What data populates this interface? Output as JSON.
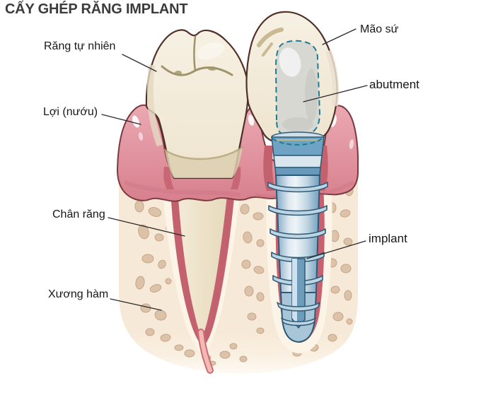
{
  "title": "CẤY GHÉP RĂNG IMPLANT",
  "labels": {
    "natural_tooth": "Răng tự nhiên",
    "gum": "Lợi (nướu)",
    "root": "Chân răng",
    "jawbone": "Xương hàm",
    "crown": "Mão sứ",
    "abutment": "abutment",
    "implant": "implant"
  },
  "palette": {
    "title_color": "#3b3b3b",
    "label_color": "#171717",
    "leader_line": "#2b2b2b",
    "gum_pink": "#e29aa6",
    "gum_outline": "#7c3a40",
    "ligament_rose": "#c4616f",
    "bone_cream": "#f7e9d7",
    "bone_spot": "#dcc2a8",
    "tooth_ivory": "#f3ecdd",
    "tooth_outline": "#503029",
    "implant_blue": "#9dbfd6",
    "implant_outline": "#2e5a77",
    "abutment_gray": "#d8d8d3",
    "abutment_dash_teal": "#1d7b94",
    "background": "#ffffff"
  }
}
